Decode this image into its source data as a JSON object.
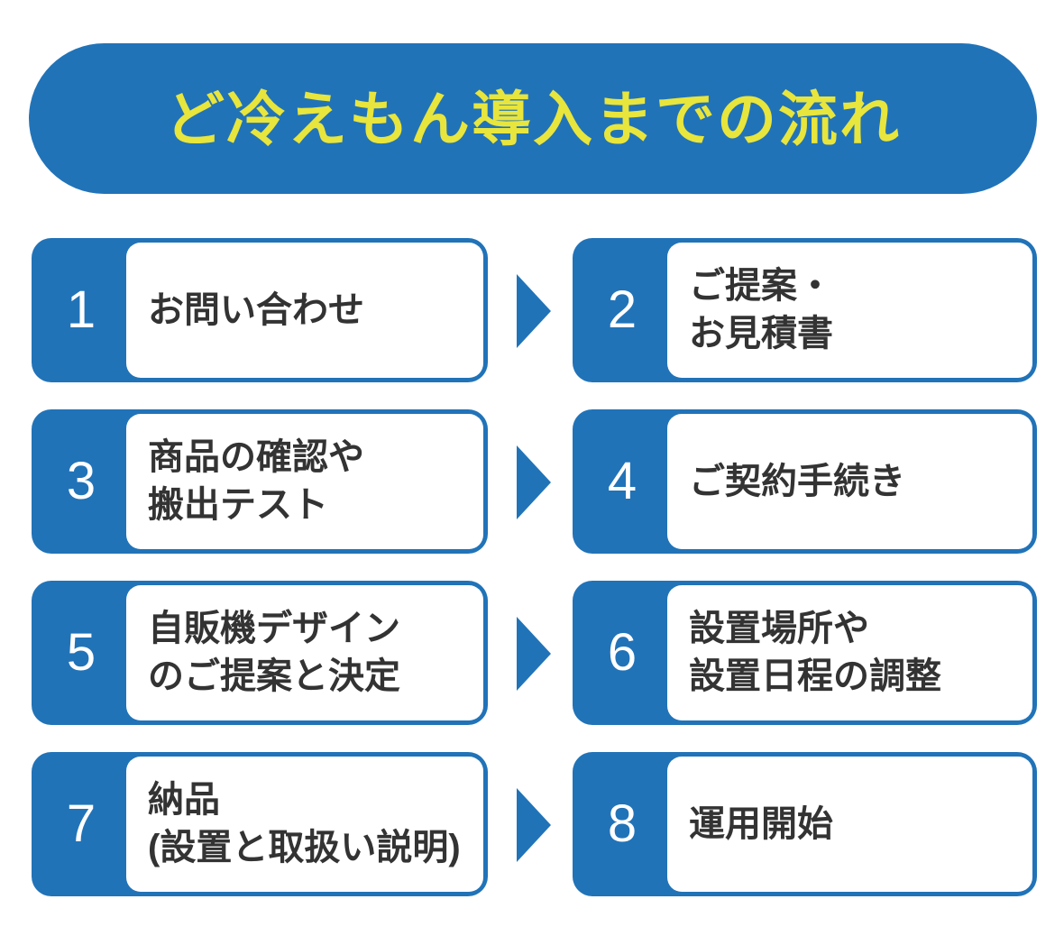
{
  "title": {
    "text": "ど冷えもん導入までの流れ"
  },
  "colors": {
    "primary_blue": "#2173b8",
    "title_yellow": "#e8e53c",
    "text_dark": "#333333",
    "box_white": "#ffffff"
  },
  "arrow_icon": "triangle-right",
  "steps": [
    {
      "number": "1",
      "line1": "お問い合わせ"
    },
    {
      "number": "2",
      "line1": "ご提案・",
      "line2": "お見積書"
    },
    {
      "number": "3",
      "line1": "商品の確認や",
      "line2": "搬出テスト"
    },
    {
      "number": "4",
      "line1": "ご契約手続き"
    },
    {
      "number": "5",
      "line1": "自販機デザイン",
      "line2": "のご提案と決定"
    },
    {
      "number": "6",
      "line1": "設置場所や",
      "line2": "設置日程の調整"
    },
    {
      "number": "7",
      "line1": "納品",
      "line2": "(設置と取扱い説明)"
    },
    {
      "number": "8",
      "line1": "運用開始"
    }
  ]
}
